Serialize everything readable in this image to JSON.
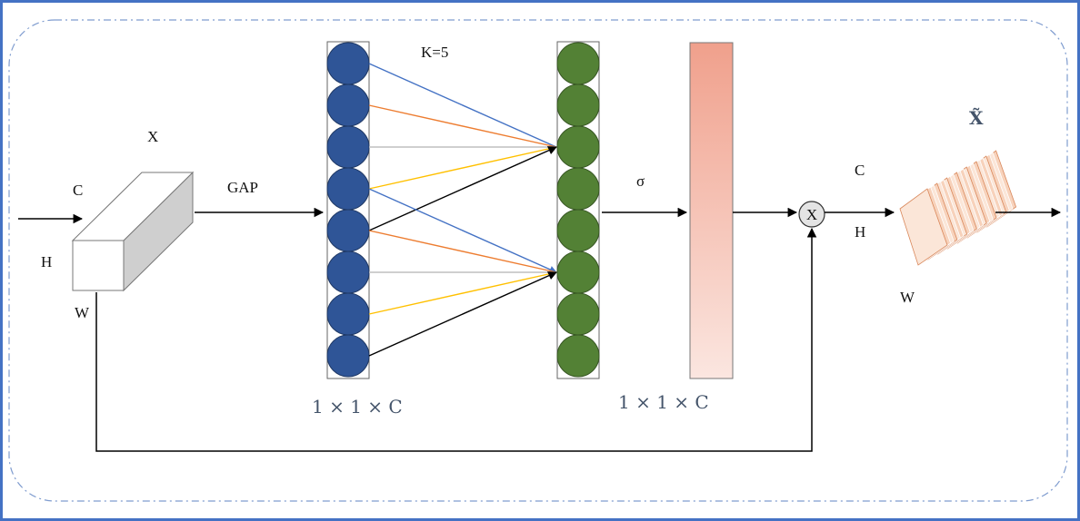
{
  "diagram": {
    "input_label": "X",
    "output_label": "X̃",
    "gap_label": "GAP",
    "kernel_label": "K=5",
    "sigma_label": "σ",
    "multiply_symbol": "X",
    "dims_left": "1 × 1 × C",
    "dims_right": "1 × 1 × C",
    "input_dims": {
      "c": "C",
      "h": "H",
      "w": "W"
    },
    "output_dims": {
      "c": "C",
      "h": "H",
      "w": "W"
    }
  },
  "colors": {
    "frame_border": "#4472c4",
    "dash_border": "#7f9ccf",
    "left_nodes": "#2f5597",
    "right_nodes": "#538135",
    "connection_blue": "#4472c4",
    "connection_orange": "#ed7d31",
    "connection_gray": "#bfbfbf",
    "connection_yellow": "#ffc000",
    "connection_black": "#000000",
    "attention_bar_top": "#f0a08c",
    "attention_bar_bottom": "#fbe6e0"
  },
  "structure": {
    "nodes_per_column": 8
  }
}
